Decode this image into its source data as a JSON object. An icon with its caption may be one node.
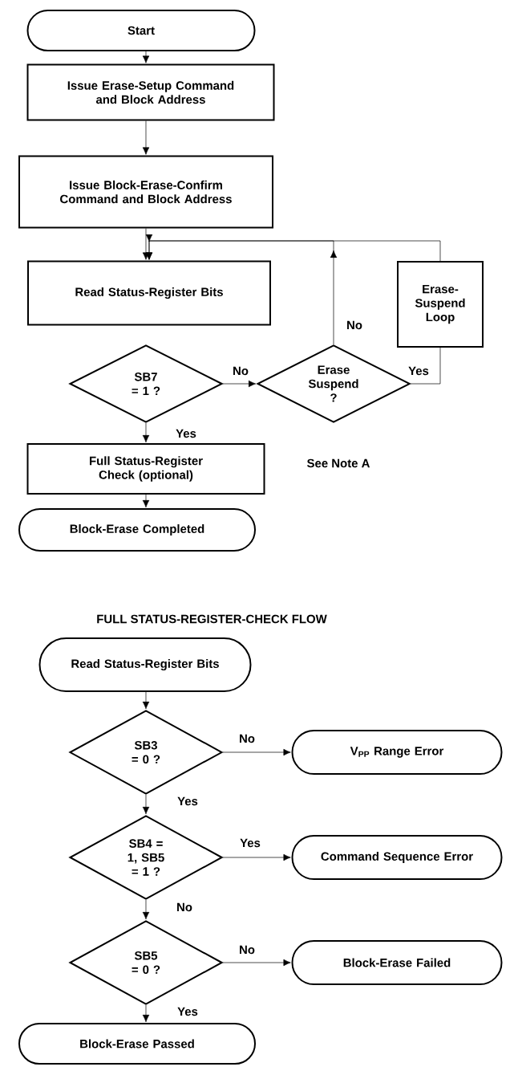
{
  "diagram": {
    "nodes": [
      {
        "text": [
          "Start"
        ]
      },
      {
        "text": [
          "Issue Erase-Setup Command and Block Address"
        ]
      },
      {
        "text": [
          "Issue Block-Erase-Confirm Command and Block Address"
        ]
      },
      {
        "text": [
          "Read Status-Register Bits"
        ]
      },
      {
        "text": [
          "SB7 = 1 ?"
        ]
      },
      {
        "text": [
          "Erase Suspend ?"
        ]
      },
      {
        "text": [
          "Erase- Suspend Loop"
        ]
      },
      {
        "text": [
          "Full Status-Register Check (optional)"
        ],
        "beside": [
          "See Note A"
        ]
      },
      {
        "text": [
          "Block-Erase Completed"
        ]
      },
      {
        "text": [
          "Read Status-Register Bits"
        ]
      },
      {
        "text": [
          "SB3 = 0 ?"
        ]
      },
      {
        "text": [
          "V$_{PP}$ Range Error"
        ]
      },
      {
        "text": [
          "SB4 = 1, SB5 = 1 ?"
        ]
      },
      {
        "text": [
          "Command Sequence Error"
        ]
      },
      {
        "text": [
          "SB5 = 0 ?"
        ]
      },
      {
        "text": [
          "Block-Erase Failed"
        ]
      },
      {
        "text": [
          "Block-Erase Passed"
        ]
      }
    ],
    "edges": [
      {
        "from": 0,
        "to": 1,
        "arrow": "to"
      },
      {
        "from": 1,
        "to": 2,
        "arrow": "to"
      },
      {
        "from": 2,
        "to": 3,
        "arrow": "to"
      },
      {
        "from": 4,
        "to": 5,
        "arrow": "to",
        "label": "No"
      },
      {
        "from": 5,
        "to": 3,
        "arrow": "to",
        "label": "No"
      },
      {
        "from": 5,
        "to": 6,
        "arrow": "none",
        "label": "Yes"
      },
      {
        "from": 6,
        "to": 3,
        "arrow": "to"
      },
      {
        "from": 4,
        "to": 7,
        "arrow": "to",
        "label": "Yes"
      },
      {
        "from": 7,
        "to": 8,
        "arrow": "to"
      },
      {
        "from": 9,
        "to": 10,
        "arrow": "to"
      },
      {
        "from": 10,
        "to": 11,
        "arrow": "to",
        "label": "No"
      },
      {
        "from": 10,
        "to": 12,
        "arrow": "to",
        "label": "Yes"
      },
      {
        "from": 12,
        "to": 13,
        "arrow": "to",
        "label": "Yes"
      },
      {
        "from": 12,
        "to": 14,
        "arrow": "to",
        "label": "No"
      },
      {
        "from": 14,
        "to": 15,
        "arrow": "to",
        "label": "No"
      },
      {
        "from": 14,
        "to": 16,
        "arrow": "to",
        "label": "Yes"
      }
    ],
    "labels": [
      "FULL STATUS-REGISTER-CHECK FLOW"
    ]
  }
}
